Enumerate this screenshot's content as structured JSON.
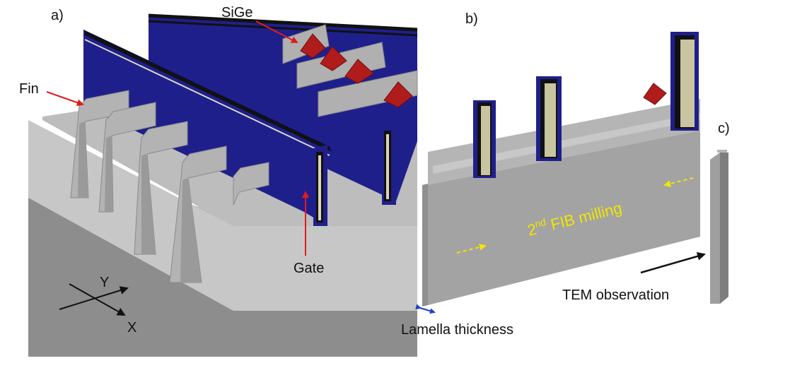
{
  "panels": {
    "a": "a)",
    "b": "b)",
    "c": "c)"
  },
  "labels": {
    "sige": "SiGe",
    "fin": "Fin",
    "gate": "Gate",
    "axis_y": "Y",
    "axis_x": "X",
    "fib_prefix": "2",
    "fib_sup": "nd",
    "fib_suffix": " FIB milling",
    "tem": "TEM observation",
    "lamella": "Lamella thickness"
  },
  "colors": {
    "silicon": "#a3a3a3",
    "gate": "#1f1f8c",
    "sige": "#b01c1c",
    "annotation_arrow": "#e01b1b",
    "milling_text": "#f2e600"
  }
}
